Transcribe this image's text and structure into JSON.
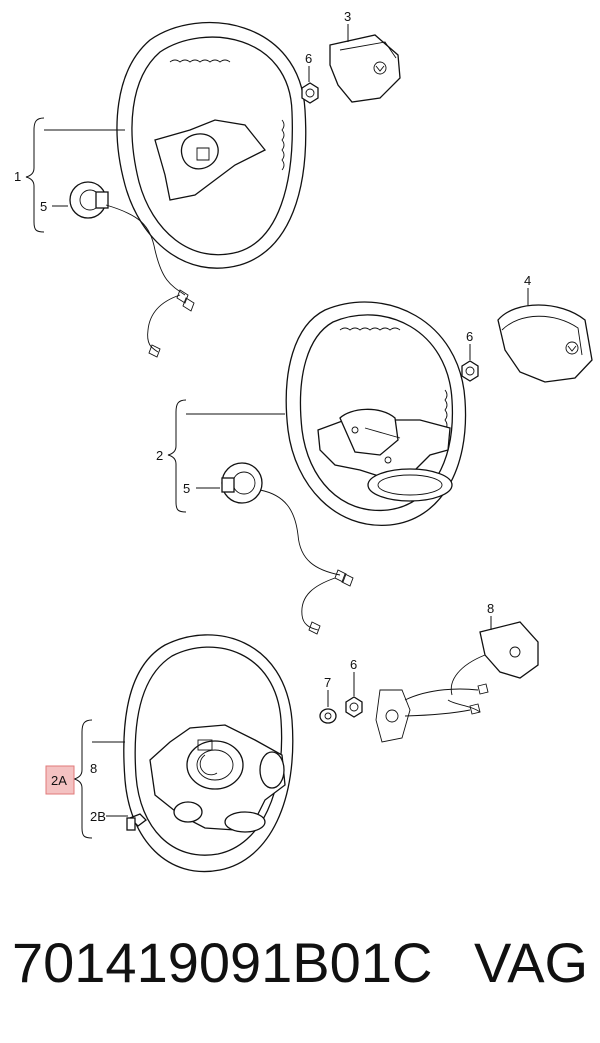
{
  "diagram": {
    "labels": {
      "l1": "1",
      "l2": "2",
      "l2a": "2A",
      "l2b": "2B",
      "l3": "3",
      "l4": "4",
      "l5a": "5",
      "l5b": "5",
      "l6a": "6",
      "l6b": "6",
      "l6c": "6",
      "l7": "7",
      "l8a": "8",
      "l8b": "8"
    },
    "highlight_color": "#f4c2c2"
  },
  "footer": {
    "part_number": "701419091B01C",
    "brand": "VAG"
  }
}
